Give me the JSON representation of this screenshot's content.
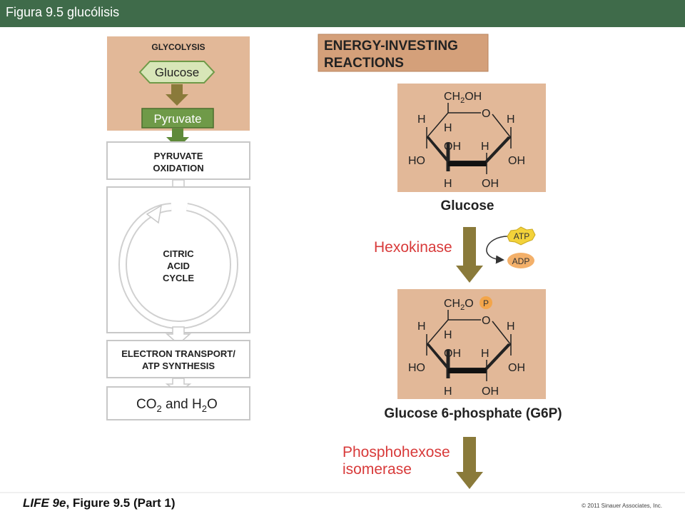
{
  "slide_title": "Figura 9.5  glucólisis",
  "overview": {
    "glycolysis_header": "GLYCOLYSIS",
    "glucose": "Glucose",
    "pyruvate": "Pyruvate",
    "pyruvate_oxidation_line1": "PYRUVATE",
    "pyruvate_oxidation_line2": "OXIDATION",
    "citric_line1": "CITRIC",
    "citric_line2": "ACID",
    "citric_line3": "CYCLE",
    "etc_line1": "ELECTRON TRANSPORT/",
    "etc_line2": "ATP SYNTHESIS",
    "products_co2": "CO",
    "products_sub2": "2",
    "products_and_h": " and H",
    "products_sub2b": "2",
    "products_o": "O"
  },
  "reactions": {
    "header_line1": "ENERGY-INVESTING",
    "header_line2": "REACTIONS",
    "molecule1_name": "Glucose",
    "enzyme1": "Hexokinase",
    "atp": "ATP",
    "adp": "ADP",
    "molecule2_name": "Glucose 6-phosphate (G6P)",
    "phosphate_label": "P",
    "enzyme2_line1": "Phosphohexose",
    "enzyme2_line2": "isomerase"
  },
  "ring_labels": {
    "ch2oh": "CH",
    "sub2": "2",
    "oh_suffix": "OH",
    "ch2o_suffix": "O",
    "ring_o": "O",
    "h": "H",
    "oh": "OH",
    "ho": "HO"
  },
  "colors": {
    "titlebar": "#3f6b4a",
    "tan_panel": "#e2b898",
    "header_panel": "#d4a07a",
    "arrow_olive": "#8a7a3a",
    "pyruvate_green": "#6f9a48",
    "glucose_hex": "#d8e6b8",
    "enzyme_red": "#d83a3a",
    "atp_yellow": "#f3d23a",
    "adp_orange": "#f3b06a"
  },
  "footer": {
    "book": "LIFE 9e",
    "figure": ", Figure 9.5 (Part 1)",
    "copyright": "© 2011 Sinauer Associates, Inc."
  }
}
